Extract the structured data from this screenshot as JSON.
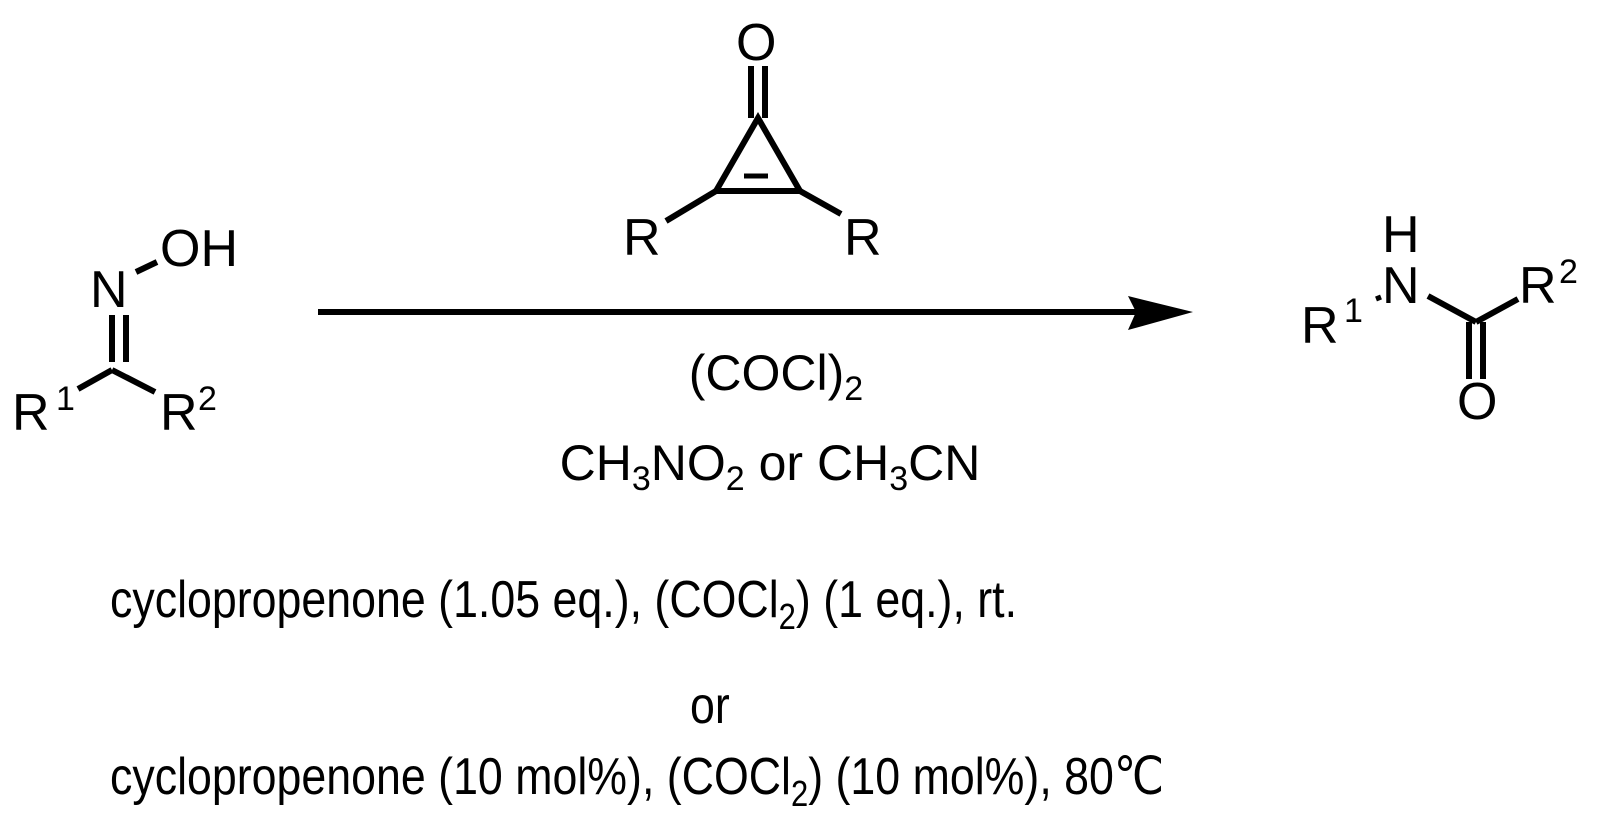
{
  "scheme": {
    "title": "Oxime to amide rearrangement (Beckmann) catalyzed by cyclopropenone / oxalyl chloride",
    "reactant": {
      "name": "ketoxime",
      "atoms": {
        "n": "N",
        "oh": "OH",
        "r1": "R",
        "r1_sup": "1",
        "r2": "R",
        "r2_sup": "2"
      }
    },
    "reagent_above": {
      "name": "cyclopropenone",
      "atoms": {
        "o": "O",
        "r_left": "R",
        "r_right": "R"
      }
    },
    "reagents_below": {
      "line1": {
        "main": "(COCl)",
        "sub": "2"
      },
      "line2": {
        "a": "CH",
        "a_sub": "3",
        "b": "NO",
        "b_sub": "2",
        "or": " or ",
        "c": "CH",
        "c_sub": "3",
        "d": "CN"
      }
    },
    "product": {
      "name": "secondary amide",
      "atoms": {
        "h": "H",
        "n": "N",
        "o": "O",
        "r1": "R",
        "r1_sup": "1",
        "r2": "R",
        "r2_sup": "2"
      }
    },
    "conditions": {
      "option1": {
        "pre": "cyclopropenone (1.05 eq.), (COCl",
        "sub": "2",
        "post": ") (1 eq.), rt."
      },
      "separator": "or",
      "option2": {
        "pre": "cyclopropenone (10 mol%), (COCl",
        "sub": "2",
        "post": ") (10 mol%), 80℃"
      }
    }
  }
}
